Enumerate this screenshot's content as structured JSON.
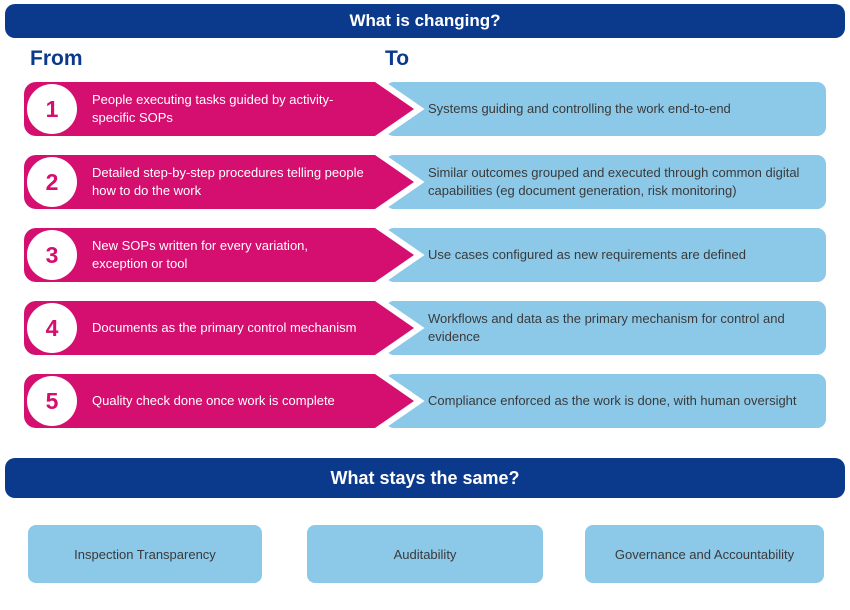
{
  "colors": {
    "navy": "#0b3a8d",
    "magenta": "#d40f6f",
    "light_blue": "#8cc8e8",
    "body_text": "#3a3a3a",
    "white": "#ffffff"
  },
  "header": {
    "title": "What is changing?"
  },
  "columns": {
    "from_label": "From",
    "to_label": "To"
  },
  "rows": [
    {
      "number": "1",
      "from": "People executing tasks guided by activity-specific SOPs",
      "to": "Systems guiding and controlling the work end-to-end"
    },
    {
      "number": "2",
      "from": "Detailed step-by-step procedures telling people how to do the work",
      "to": "Similar outcomes grouped and executed through common digital capabilities (eg document generation, risk monitoring)"
    },
    {
      "number": "3",
      "from": "New SOPs written for every variation, exception or tool",
      "to": "Use cases configured as new requirements are defined"
    },
    {
      "number": "4",
      "from": "Documents as the primary control mechanism",
      "to": "Workflows and data as the primary mechanism for control and evidence"
    },
    {
      "number": "5",
      "from": "Quality check done once work is complete",
      "to": "Compliance enforced as the work is done, with human oversight"
    }
  ],
  "footer": {
    "title": "What stays the same?",
    "items": [
      "Inspection Transparency",
      "Auditability",
      "Governance and Accountability"
    ]
  }
}
